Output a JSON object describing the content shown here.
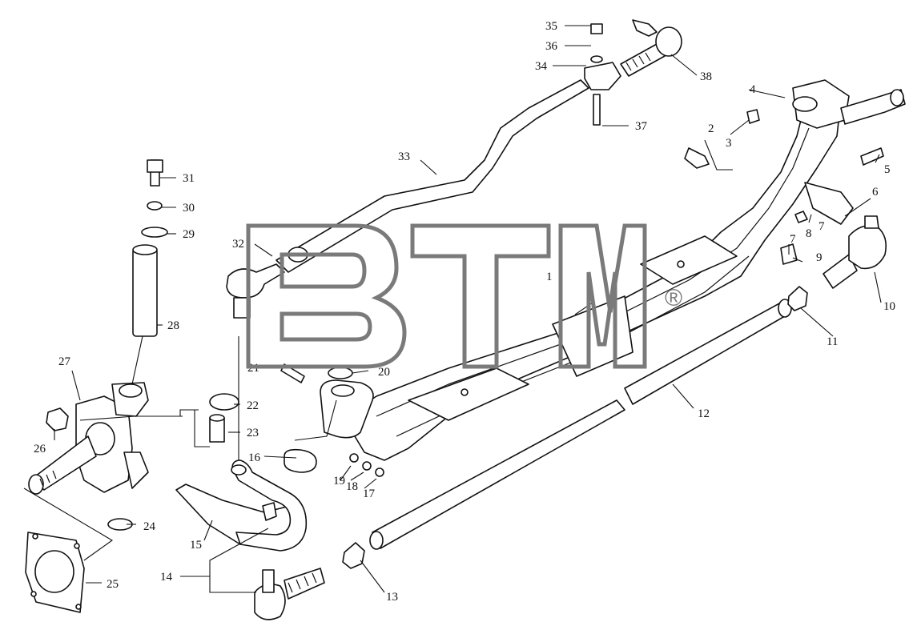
{
  "watermark": {
    "text": "BTM",
    "mark": "®"
  },
  "callouts": [
    "1",
    "2",
    "3",
    "4",
    "5",
    "6",
    "7",
    "8",
    "9",
    "10",
    "11",
    "12",
    "13",
    "14",
    "15",
    "16",
    "17",
    "18",
    "19",
    "20",
    "21",
    "22",
    "23",
    "24",
    "25",
    "26",
    "27",
    "28",
    "29",
    "30",
    "31",
    "32",
    "33",
    "34",
    "35",
    "36",
    "37",
    "38"
  ]
}
